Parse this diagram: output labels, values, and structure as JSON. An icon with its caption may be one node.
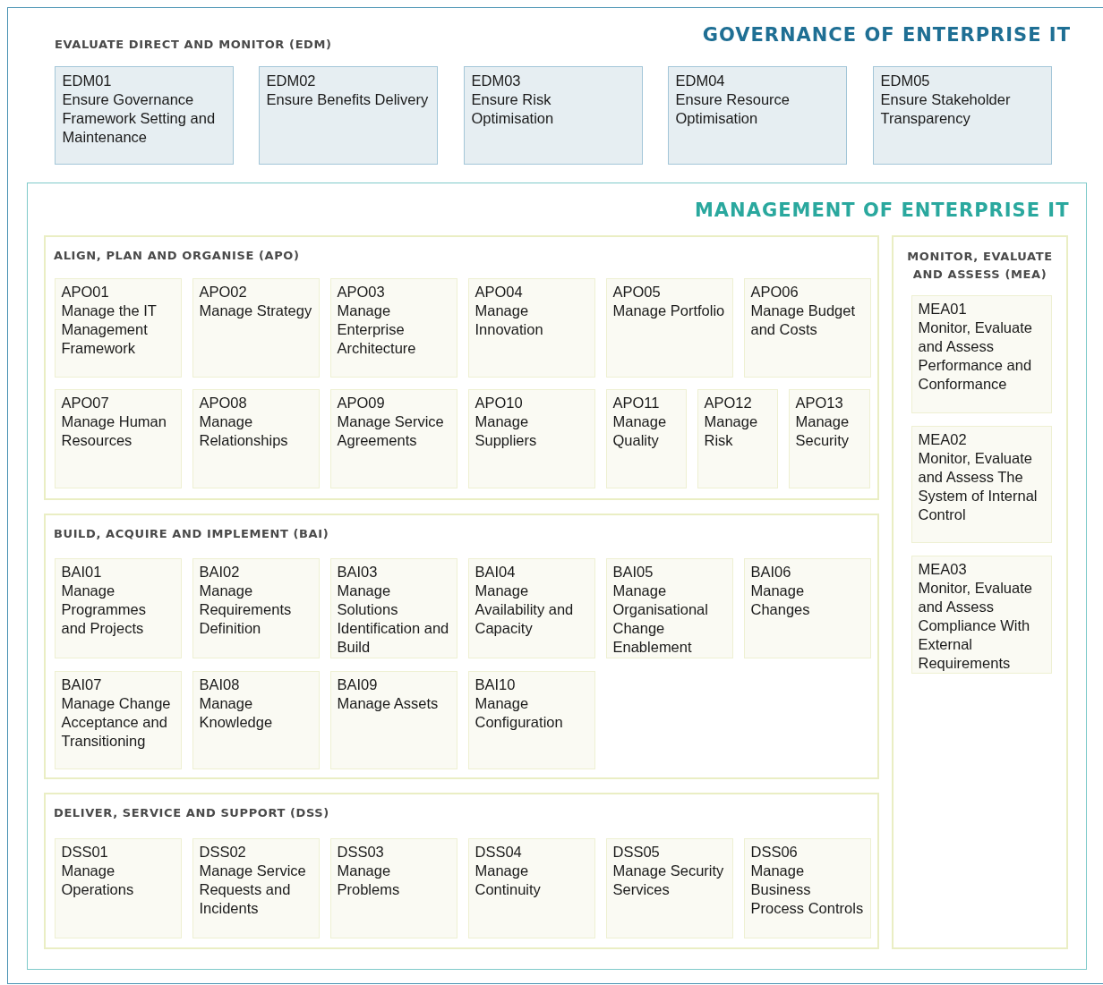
{
  "diagram": {
    "nodes": [
      {
        "text": [
          "GOVERNANCE OF ENTERPRISE IT",
          "EVALUATE DIRECT AND MONITOR (EDM)"
        ]
      },
      {
        "text": [
          "EDM01",
          "Ensure Governance Framework Setting and Maintenance"
        ],
        "in": 0
      },
      {
        "text": [
          "EDM02",
          "Ensure Benefits Delivery"
        ],
        "in": 0
      },
      {
        "text": [
          "EDM03",
          "Ensure Risk Optimisation"
        ],
        "in": 0
      },
      {
        "text": [
          "EDM04",
          "Ensure Resource Optimisation"
        ],
        "in": 0
      },
      {
        "text": [
          "EDM05",
          "Ensure Stakeholder Transparency"
        ],
        "in": 0
      },
      {
        "text": [
          "MANAGEMENT OF ENTERPRISE IT"
        ],
        "in": 0
      },
      {
        "text": [
          "ALIGN, PLAN AND ORGANISE (APO)"
        ],
        "in": 6
      },
      {
        "text": [
          "APO01",
          "Manage the IT Management Framework"
        ],
        "in": 7
      },
      {
        "text": [
          "APO02",
          "Manage Strategy"
        ],
        "in": 7
      },
      {
        "text": [
          "APO03",
          "Manage Enterprise Architecture"
        ],
        "in": 7
      },
      {
        "text": [
          "APO04",
          "Manage Innovation"
        ],
        "in": 7
      },
      {
        "text": [
          "APO05",
          "Manage Portfolio"
        ],
        "in": 7
      },
      {
        "text": [
          "APO06",
          "Manage Budget and Costs"
        ],
        "in": 7
      },
      {
        "text": [
          "APO07",
          "Manage Human Resources"
        ],
        "in": 7
      },
      {
        "text": [
          "APO08",
          "Manage Relationships"
        ],
        "in": 7
      },
      {
        "text": [
          "APO09",
          "Manage Service Agreements"
        ],
        "in": 7
      },
      {
        "text": [
          "APO10",
          "Manage Suppliers"
        ],
        "in": 7
      },
      {
        "text": [
          "APO11",
          "Manage Quality"
        ],
        "in": 7
      },
      {
        "text": [
          "APO12",
          "Manage Risk"
        ],
        "in": 7
      },
      {
        "text": [
          "APO13",
          "Manage Security"
        ],
        "in": 7
      },
      {
        "text": [
          "BUILD, ACQUIRE AND IMPLEMENT (BAI)"
        ],
        "in": 6
      },
      {
        "text": [
          "BAI01",
          "Manage Programmes and Projects"
        ],
        "in": 21
      },
      {
        "text": [
          "BAI02",
          "Manage Requirements Definition"
        ],
        "in": 21
      },
      {
        "text": [
          "BAI03",
          "Manage Solutions Identification and Build"
        ],
        "in": 21
      },
      {
        "text": [
          "BAI04",
          "Manage Availability and Capacity"
        ],
        "in": 21
      },
      {
        "text": [
          "BAI05",
          "Manage Organisational Change Enablement"
        ],
        "in": 21
      },
      {
        "text": [
          "BAI06",
          "Manage Changes"
        ],
        "in": 21
      },
      {
        "text": [
          "BAI07",
          "Manage Change Acceptance and Transitioning"
        ],
        "in": 21
      },
      {
        "text": [
          "BAI08",
          "Manage Knowledge"
        ],
        "in": 21
      },
      {
        "text": [
          "BAI09",
          "Manage Assets"
        ],
        "in": 21
      },
      {
        "text": [
          "BAI10",
          "Manage Configuration"
        ],
        "in": 21
      },
      {
        "text": [
          "DELIVER, SERVICE AND SUPPORT (DSS)"
        ],
        "in": 6
      },
      {
        "text": [
          "DSS01",
          "Manage Operations"
        ],
        "in": 32
      },
      {
        "text": [
          "DSS02",
          "Manage Service Requests and Incidents"
        ],
        "in": 32
      },
      {
        "text": [
          "DSS03",
          "Manage Problems"
        ],
        "in": 32
      },
      {
        "text": [
          "DSS04",
          "Manage Continuity"
        ],
        "in": 32
      },
      {
        "text": [
          "DSS05",
          "Manage Security Services"
        ],
        "in": 32
      },
      {
        "text": [
          "DSS06",
          "Manage Business Process Controls"
        ],
        "in": 32
      },
      {
        "text": [
          "MONITOR, EVALUATE AND ASSESS (MEA)"
        ],
        "in": 6
      },
      {
        "text": [
          "MEA01",
          "Monitor, Evaluate and Assess Performance and Conformance"
        ],
        "in": 39
      },
      {
        "text": [
          "MEA02",
          "Monitor, Evaluate and Assess The System of Internal Control"
        ],
        "in": 39
      },
      {
        "text": [
          "MEA03",
          "Monitor, Evaluate and Assess Compliance With External Requirements"
        ],
        "in": 39
      }
    ]
  }
}
